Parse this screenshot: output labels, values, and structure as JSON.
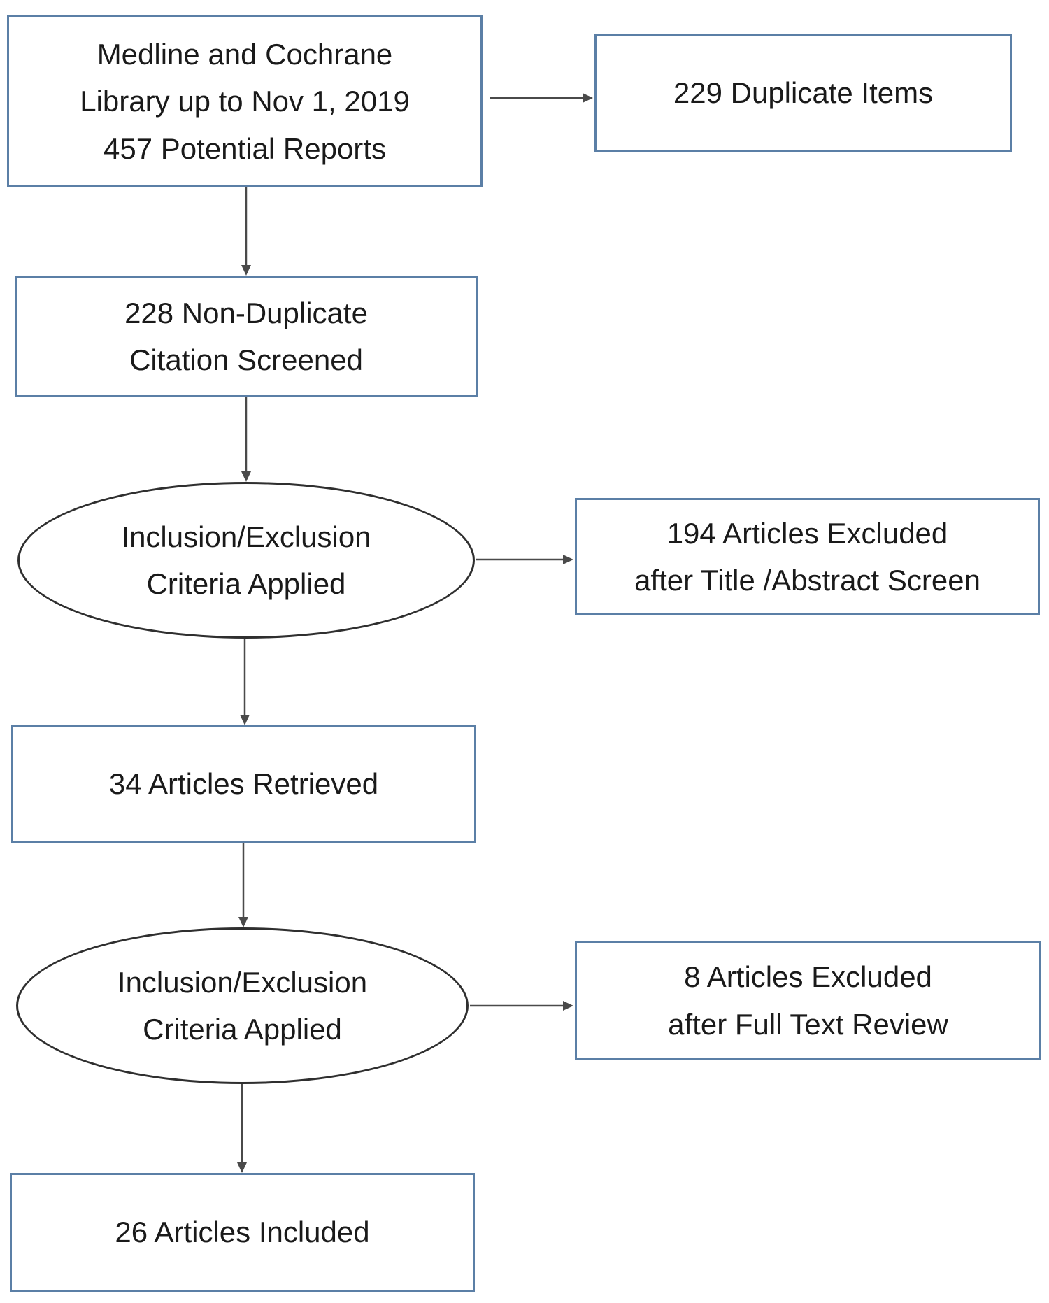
{
  "diagram": {
    "type": "flowchart",
    "nodes": {
      "source": {
        "shape": "rect",
        "label": "Medline and Cochrane\nLibrary up to Nov 1, 2019\n457 Potential Reports"
      },
      "duplicates": {
        "shape": "rect",
        "label": "229 Duplicate Items"
      },
      "screened": {
        "shape": "rect",
        "label": "228 Non-Duplicate\nCitation Screened"
      },
      "criteria1": {
        "shape": "ellipse",
        "label": "Inclusion/Exclusion\nCriteria Applied"
      },
      "excluded_title_abstract": {
        "shape": "rect",
        "label": "194 Articles Excluded\nafter Title /Abstract Screen"
      },
      "retrieved": {
        "shape": "rect",
        "label": "34 Articles Retrieved"
      },
      "criteria2": {
        "shape": "ellipse",
        "label": "Inclusion/Exclusion\nCriteria Applied"
      },
      "excluded_full_text": {
        "shape": "rect",
        "label": "8 Articles Excluded\nafter Full Text Review"
      },
      "included": {
        "shape": "rect",
        "label": "26 Articles Included"
      }
    },
    "edges": [
      {
        "from": "source",
        "to": "duplicates"
      },
      {
        "from": "source",
        "to": "screened"
      },
      {
        "from": "screened",
        "to": "criteria1"
      },
      {
        "from": "criteria1",
        "to": "excluded_title_abstract"
      },
      {
        "from": "criteria1",
        "to": "retrieved"
      },
      {
        "from": "retrieved",
        "to": "criteria2"
      },
      {
        "from": "criteria2",
        "to": "excluded_full_text"
      },
      {
        "from": "criteria2",
        "to": "included"
      }
    ],
    "colors": {
      "background": "#ffffff",
      "text": "#1a1a1a",
      "box_border": "#5b7fa6",
      "ellipse_border": "#2f2f2f",
      "arrow": "#4a4a4a"
    }
  }
}
